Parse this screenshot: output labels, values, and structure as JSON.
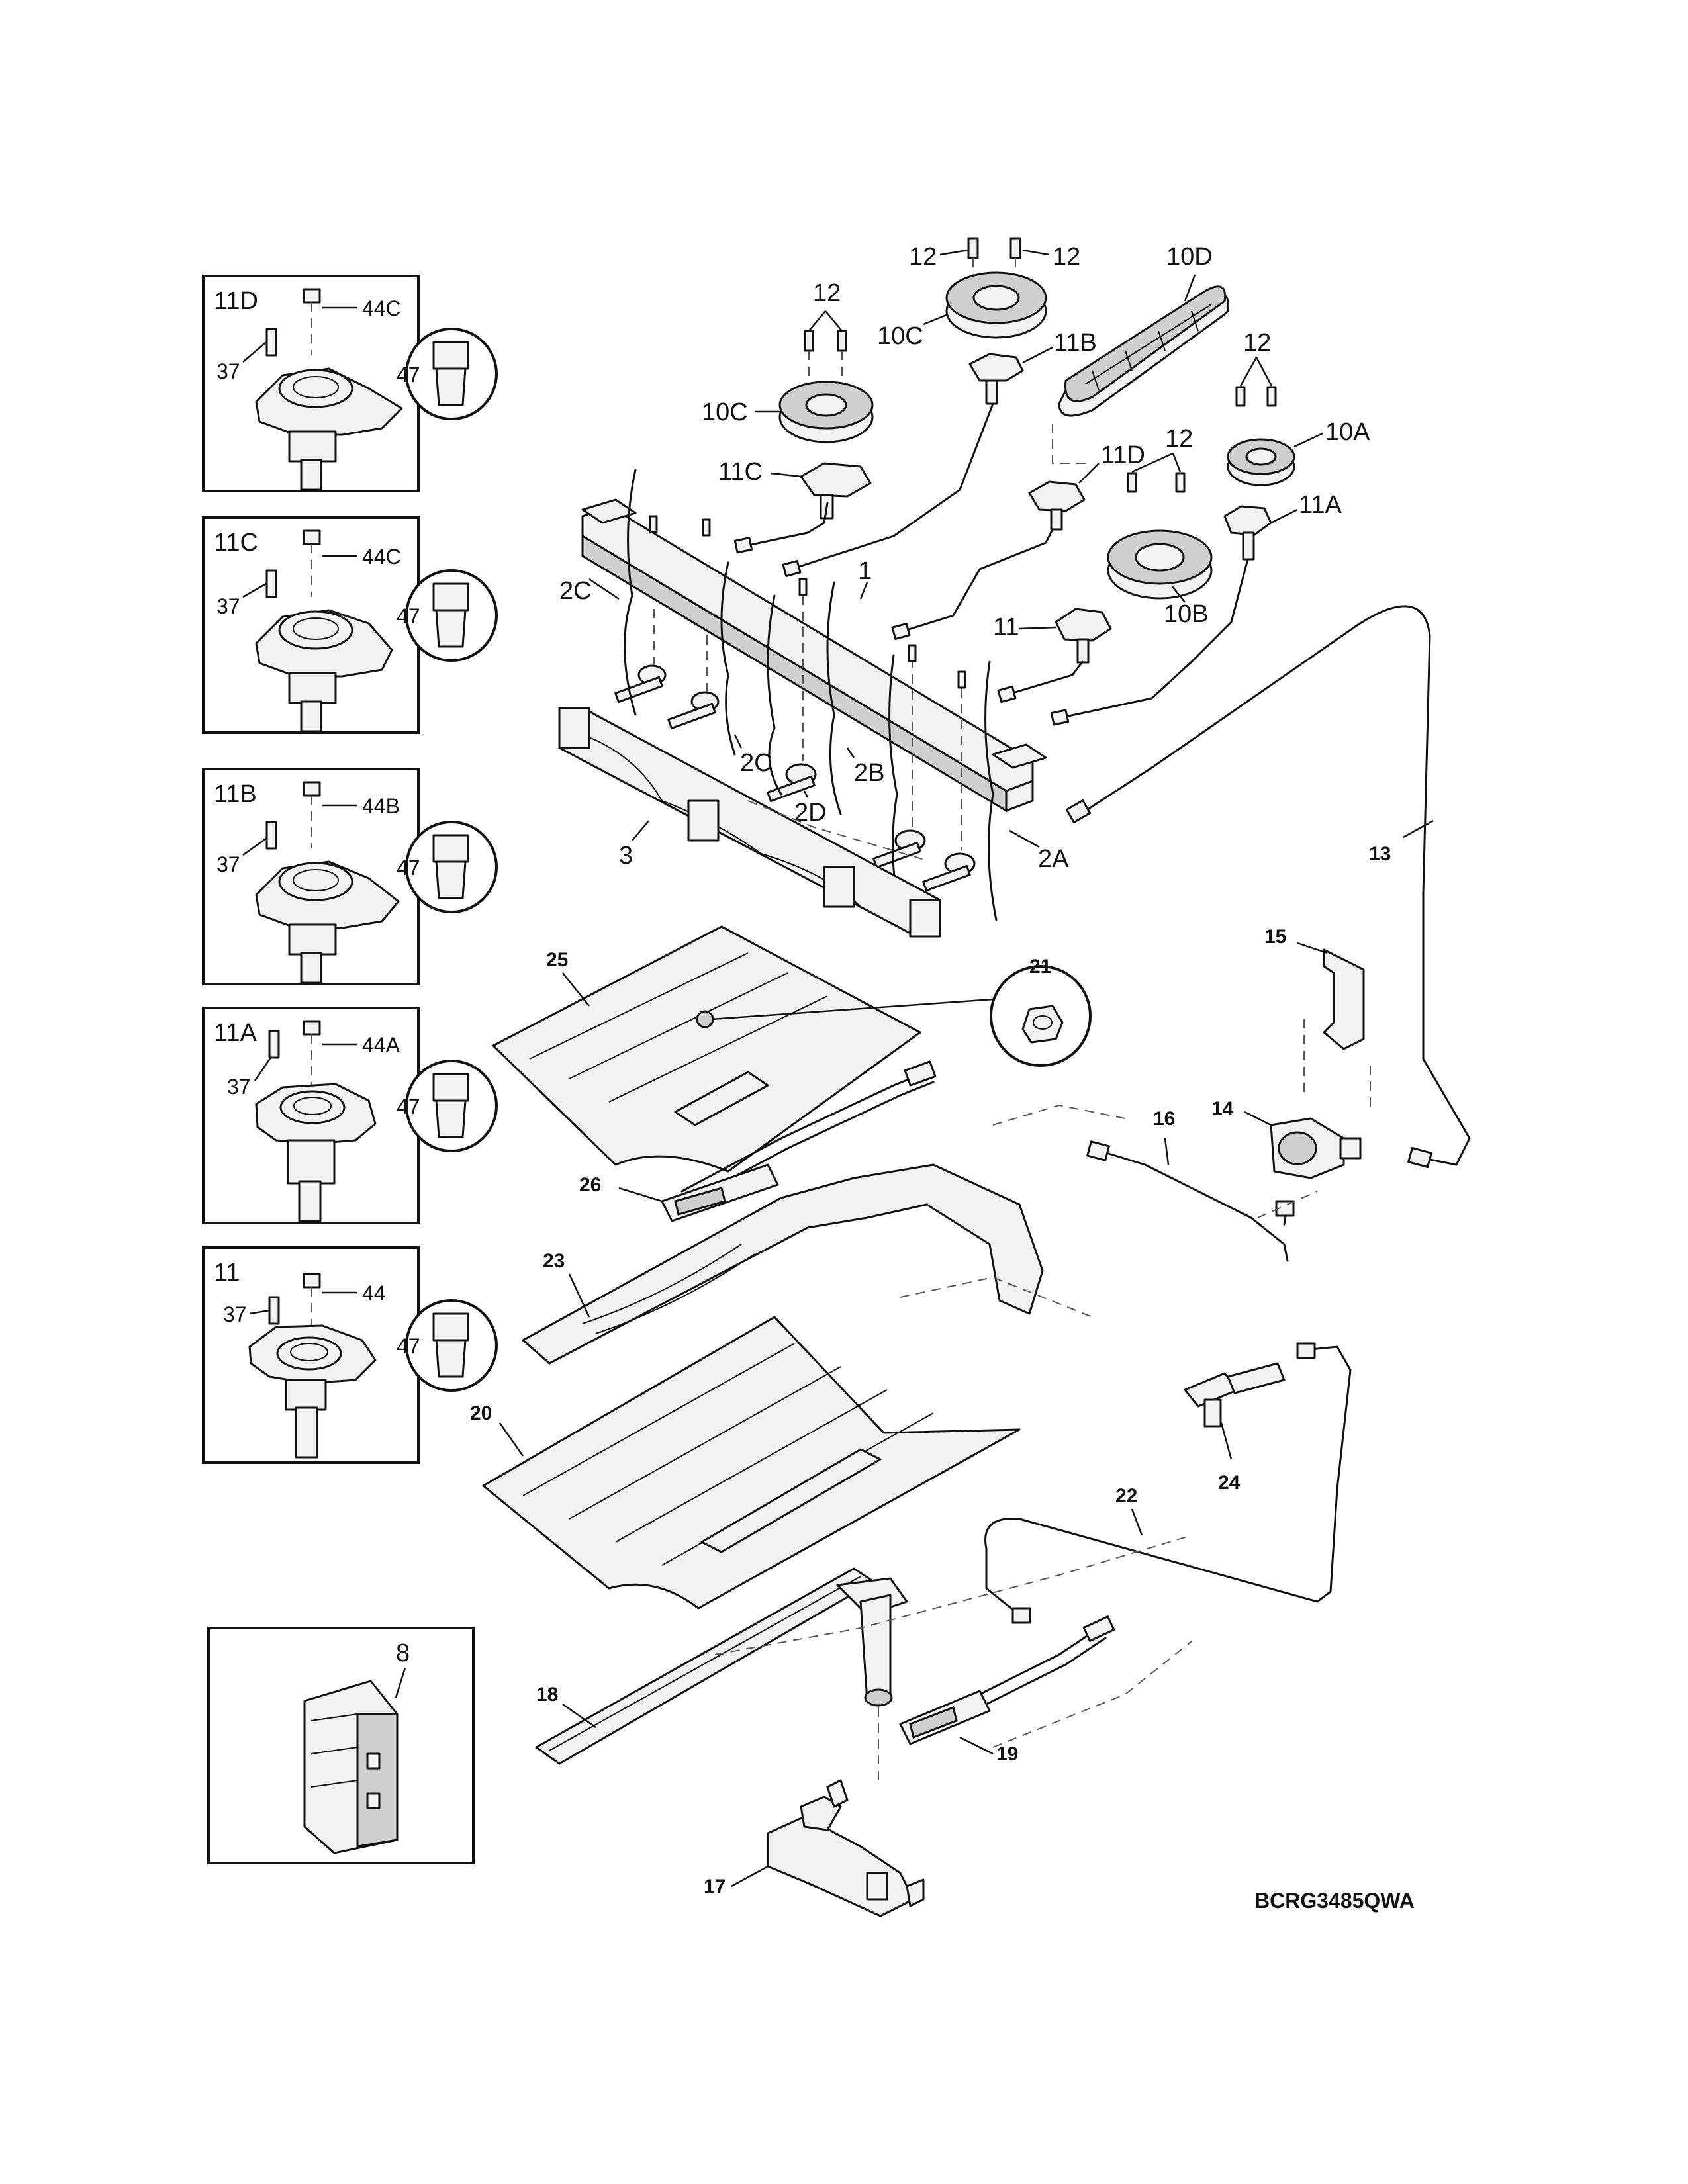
{
  "diagram_code": "BCRG3485QWA",
  "inset_boxes": [
    {
      "title": "11D",
      "screw": "37",
      "cap": "44C",
      "circle": "47"
    },
    {
      "title": "11C",
      "screw": "37",
      "cap": "44C",
      "circle": "47"
    },
    {
      "title": "11B",
      "screw": "37",
      "cap": "44B",
      "circle": "47"
    },
    {
      "title": "11A",
      "screw": "37",
      "cap": "44A",
      "circle": "47"
    },
    {
      "title": "11",
      "screw": "37",
      "cap": "44",
      "circle": "47"
    }
  ],
  "labels": {
    "p12a": "12",
    "p12b": "12",
    "p10d": "10D",
    "p12c": "12",
    "p10c_top": "10C",
    "p11b": "11B",
    "p12d": "12",
    "p10c": "10C",
    "p10a": "10A",
    "p11c": "11C",
    "p11d": "11D",
    "p12e": "12",
    "p11a": "11A",
    "p10b": "10B",
    "p2c_left": "2C",
    "p1": "1",
    "p11": "11",
    "p2c": "2C",
    "p2b": "2B",
    "p2d": "2D",
    "p3": "3",
    "p2a": "2A",
    "p13": "13",
    "p15": "15",
    "p25": "25",
    "p21": "21",
    "p16": "16",
    "p14": "14",
    "p26": "26",
    "p23": "23",
    "p24": "24",
    "p20": "20",
    "p22": "22",
    "p8": "8",
    "p18": "18",
    "p19": "19",
    "p17": "17"
  }
}
